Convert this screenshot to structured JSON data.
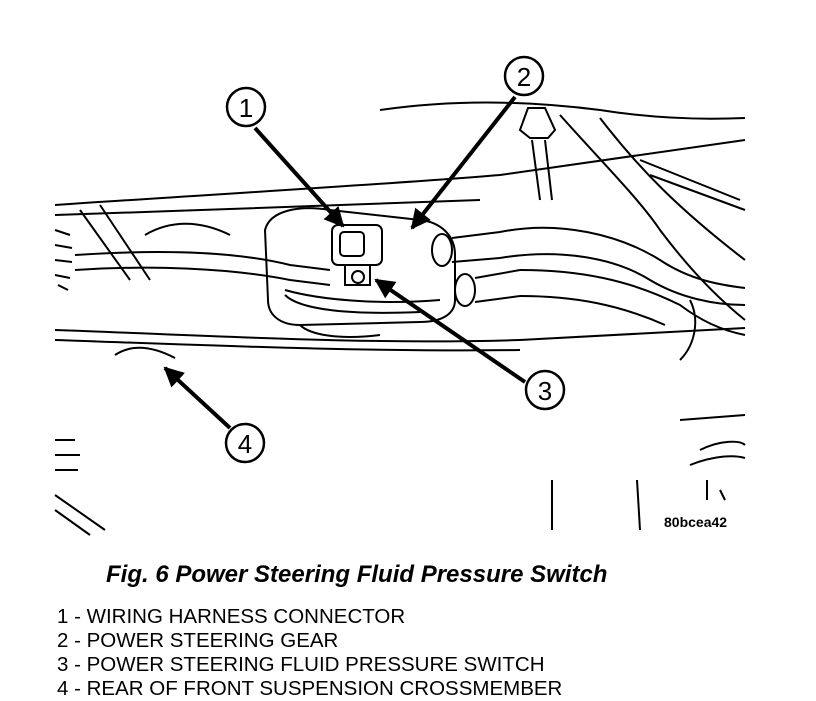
{
  "figure": {
    "callouts": [
      "1",
      "2",
      "3",
      "4"
    ],
    "image_code": "80bcea42",
    "caption": "Fig. 6 Power Steering Fluid Pressure Switch",
    "legend": [
      "1 - WIRING HARNESS CONNECTOR",
      "2 - POWER STEERING GEAR",
      "3 - POWER STEERING FLUID PRESSURE SWITCH",
      "4 - REAR OF FRONT SUSPENSION CROSSMEMBER"
    ]
  }
}
